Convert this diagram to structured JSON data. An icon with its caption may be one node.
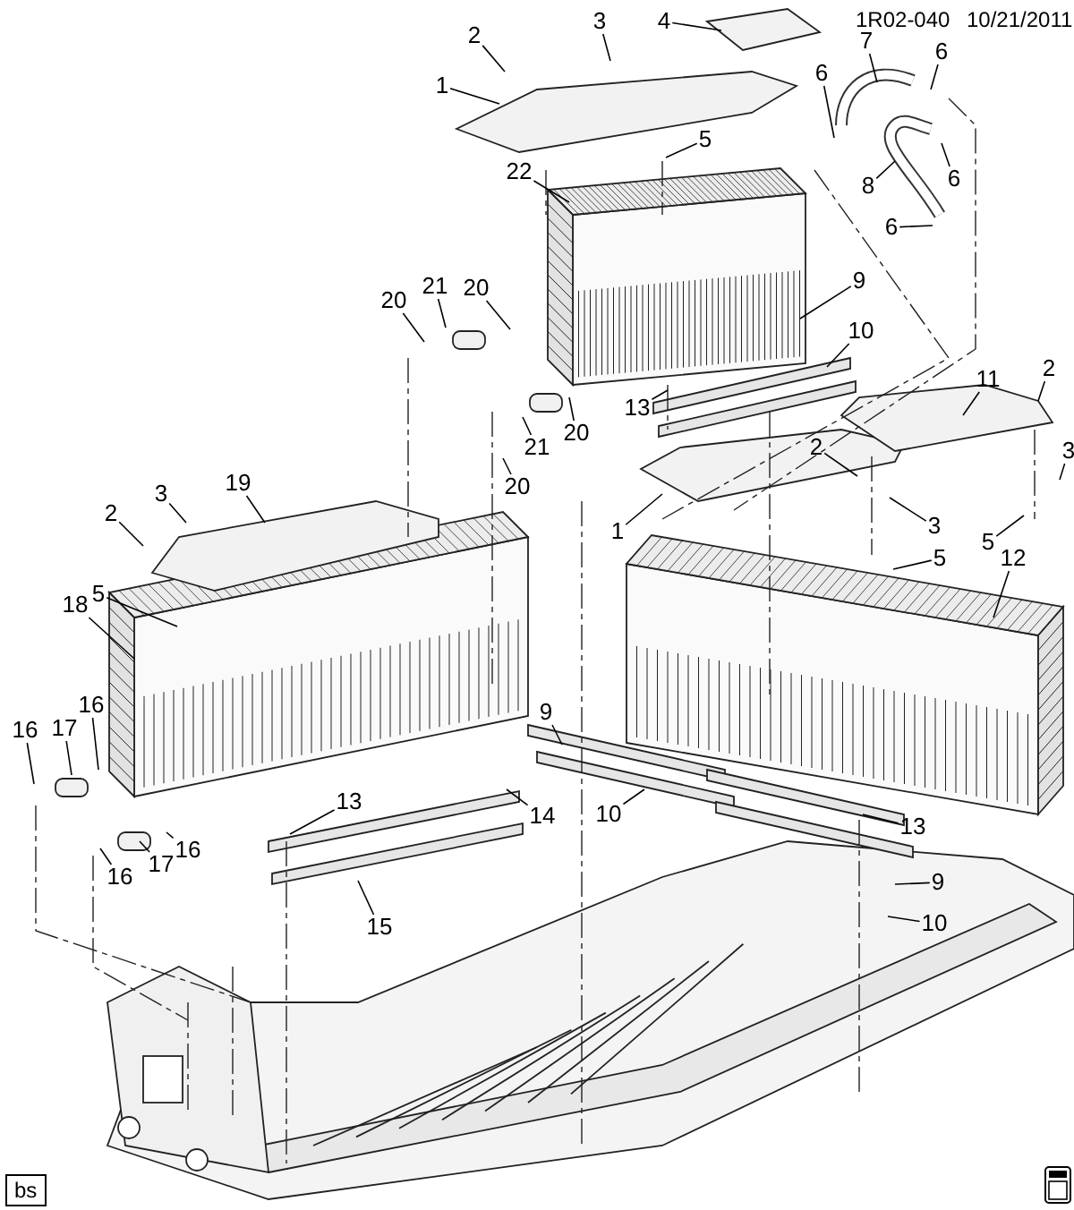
{
  "diagram": {
    "nodes": [
      {
        "text": [
          "1"
        ]
      },
      {
        "text": [
          "2"
        ]
      },
      {
        "text": [
          "3"
        ]
      },
      {
        "text": [
          "4"
        ]
      },
      {
        "text": [
          "5"
        ]
      },
      {
        "text": [
          "6"
        ]
      },
      {
        "text": [
          "7"
        ]
      },
      {
        "text": [
          "6"
        ]
      },
      {
        "text": [
          "6"
        ]
      },
      {
        "text": [
          "8"
        ]
      },
      {
        "text": [
          "6"
        ]
      },
      {
        "text": [
          "22"
        ]
      },
      {
        "text": [
          "9"
        ]
      },
      {
        "text": [
          "10"
        ]
      },
      {
        "text": [
          "13"
        ]
      },
      {
        "text": [
          "11"
        ]
      },
      {
        "text": [
          "2"
        ]
      },
      {
        "text": [
          "3"
        ]
      },
      {
        "text": [
          "20"
        ]
      },
      {
        "text": [
          "21"
        ]
      },
      {
        "text": [
          "20"
        ]
      },
      {
        "text": [
          "2"
        ]
      },
      {
        "text": [
          "3"
        ]
      },
      {
        "text": [
          "5"
        ]
      },
      {
        "text": [
          "5"
        ]
      },
      {
        "text": [
          "12"
        ]
      },
      {
        "text": [
          "1"
        ]
      },
      {
        "text": [
          "20"
        ]
      },
      {
        "text": [
          "21"
        ]
      },
      {
        "text": [
          "20"
        ]
      },
      {
        "text": [
          "19"
        ]
      },
      {
        "text": [
          "2"
        ]
      },
      {
        "text": [
          "3"
        ]
      },
      {
        "text": [
          "5"
        ]
      },
      {
        "text": [
          "18"
        ]
      },
      {
        "text": [
          "16"
        ]
      },
      {
        "text": [
          "17"
        ]
      },
      {
        "text": [
          "16"
        ]
      },
      {
        "text": [
          "16"
        ]
      },
      {
        "text": [
          "17"
        ]
      },
      {
        "text": [
          "16"
        ]
      },
      {
        "text": [
          "13"
        ]
      },
      {
        "text": [
          "14"
        ]
      },
      {
        "text": [
          "15"
        ]
      },
      {
        "text": [
          "9"
        ]
      },
      {
        "text": [
          "10"
        ]
      },
      {
        "text": [
          "9"
        ]
      },
      {
        "text": [
          "10"
        ]
      },
      {
        "text": [
          "13"
        ]
      },
      {
        "text": [
          "bs"
        ]
      }
    ],
    "edges": [
      {
        "from": 0,
        "to": null,
        "arrow": "none"
      },
      {
        "from": 1,
        "to": null,
        "arrow": "none"
      },
      {
        "from": 2,
        "to": null,
        "arrow": "none"
      },
      {
        "from": 3,
        "to": null,
        "arrow": "none"
      },
      {
        "from": 4,
        "to": null,
        "arrow": "none"
      },
      {
        "from": 5,
        "to": null,
        "arrow": "none"
      },
      {
        "from": 6,
        "to": null,
        "arrow": "none"
      },
      {
        "from": 7,
        "to": null,
        "arrow": "none"
      },
      {
        "from": 8,
        "to": null,
        "arrow": "none"
      },
      {
        "from": 9,
        "to": null,
        "arrow": "none"
      },
      {
        "from": 10,
        "to": null,
        "arrow": "none"
      },
      {
        "from": 11,
        "to": null,
        "arrow": "none"
      },
      {
        "from": 12,
        "to": null,
        "arrow": "none"
      },
      {
        "from": 13,
        "to": null,
        "arrow": "none"
      },
      {
        "from": 14,
        "to": null,
        "arrow": "none"
      },
      {
        "from": 15,
        "to": null,
        "arrow": "none"
      },
      {
        "from": 16,
        "to": null,
        "arrow": "none"
      },
      {
        "from": 17,
        "to": null,
        "arrow": "none"
      },
      {
        "from": 18,
        "to": null,
        "arrow": "none"
      },
      {
        "from": 19,
        "to": null,
        "arrow": "none"
      },
      {
        "from": 20,
        "to": null,
        "arrow": "none"
      },
      {
        "from": 21,
        "to": null,
        "arrow": "none"
      },
      {
        "from": 22,
        "to": null,
        "arrow": "none"
      },
      {
        "from": 23,
        "to": null,
        "arrow": "none"
      },
      {
        "from": 24,
        "to": null,
        "arrow": "none"
      },
      {
        "from": 25,
        "to": null,
        "arrow": "none"
      },
      {
        "from": 26,
        "to": null,
        "arrow": "none"
      },
      {
        "from": 27,
        "to": null,
        "arrow": "none"
      },
      {
        "from": 28,
        "to": null,
        "arrow": "none"
      },
      {
        "from": 29,
        "to": null,
        "arrow": "none"
      },
      {
        "from": 30,
        "to": null,
        "arrow": "none"
      },
      {
        "from": 31,
        "to": null,
        "arrow": "none"
      },
      {
        "from": 32,
        "to": null,
        "arrow": "none"
      },
      {
        "from": 33,
        "to": null,
        "arrow": "none"
      },
      {
        "from": 34,
        "to": null,
        "arrow": "none"
      },
      {
        "from": 35,
        "to": null,
        "arrow": "none"
      },
      {
        "from": 36,
        "to": null,
        "arrow": "none"
      },
      {
        "from": 37,
        "to": null,
        "arrow": "none"
      },
      {
        "from": 38,
        "to": null,
        "arrow": "none"
      },
      {
        "from": 39,
        "to": null,
        "arrow": "none"
      },
      {
        "from": 40,
        "to": null,
        "arrow": "none"
      },
      {
        "from": 41,
        "to": null,
        "arrow": "none"
      },
      {
        "from": 42,
        "to": null,
        "arrow": "none"
      },
      {
        "from": 43,
        "to": null,
        "arrow": "none"
      },
      {
        "from": 44,
        "to": null,
        "arrow": "none"
      },
      {
        "from": 45,
        "to": null,
        "arrow": "none"
      },
      {
        "from": 46,
        "to": null,
        "arrow": "none"
      },
      {
        "from": 47,
        "to": null,
        "arrow": "none"
      },
      {
        "from": 48,
        "to": null,
        "arrow": "none"
      }
    ],
    "labels": [
      "1R02-040",
      "10/21/2011"
    ]
  }
}
